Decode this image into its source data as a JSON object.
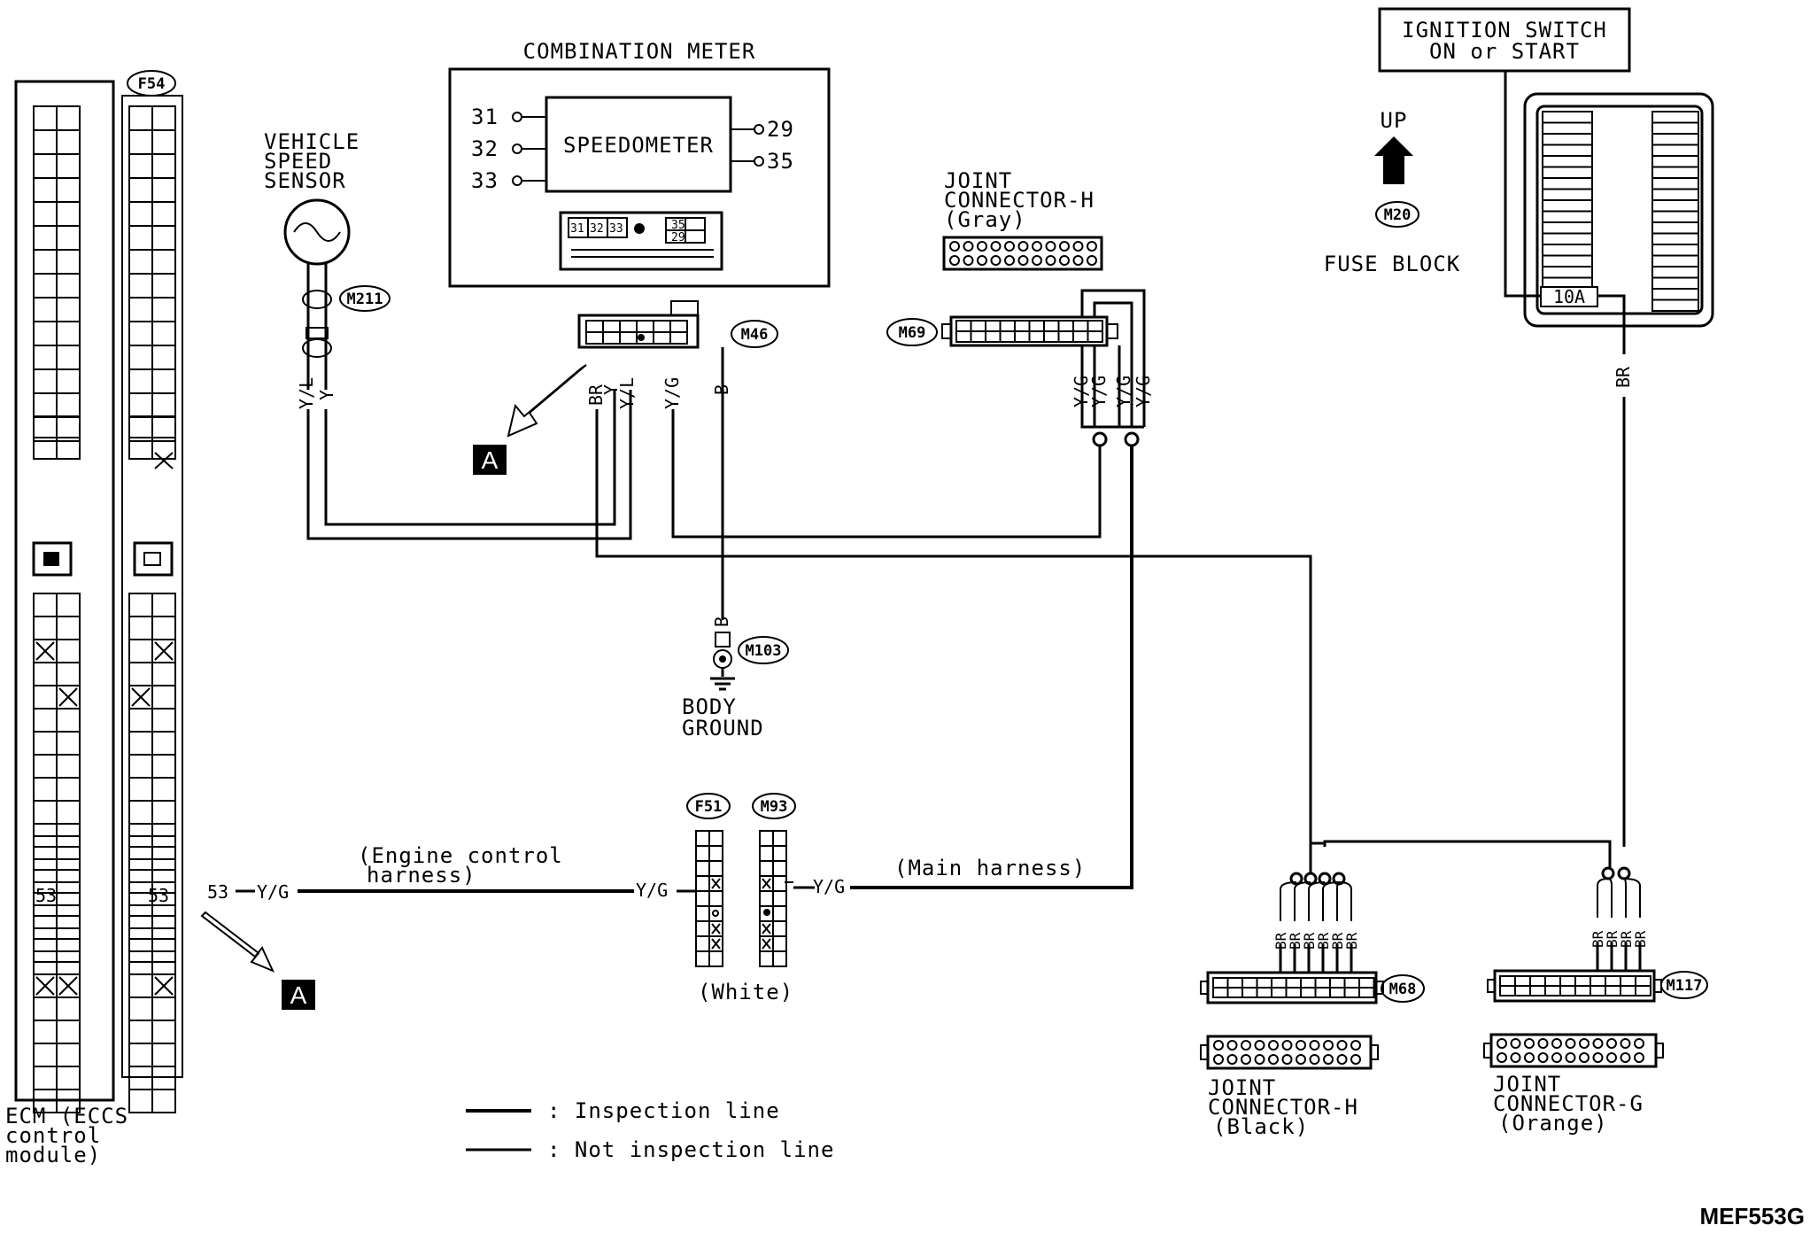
{
  "diagram_code": "MEF553G",
  "combination_meter": {
    "title": "COMBINATION METER",
    "speedometer": "SPEEDOMETER",
    "left_pins": [
      "31",
      "32",
      "33"
    ],
    "right_pins": [
      "29",
      "35"
    ],
    "face_pins_top": [
      "31",
      "32",
      "33",
      "35"
    ],
    "face_pin_bottom": "29"
  },
  "vehicle_speed_sensor": {
    "label_line1": "VEHICLE",
    "label_line2": "SPEED",
    "label_line3": "SENSOR"
  },
  "ignition_switch": {
    "line1": "IGNITION SWITCH",
    "line2": "ON or START"
  },
  "fuse_block": {
    "label": "FUSE BLOCK",
    "up_label": "UP",
    "fuse_rating": "10A"
  },
  "joint_connector_top": {
    "line1": "JOINT",
    "line2": "CONNECTOR-H",
    "line3": "(Gray)"
  },
  "joint_connector_black": {
    "line1": "JOINT",
    "line2": "CONNECTOR-H",
    "line3": "(Black)"
  },
  "joint_connector_orange": {
    "line1": "JOINT",
    "line2": "CONNECTOR-G",
    "line3": "(Orange)"
  },
  "body_ground": {
    "line1": "BODY",
    "line2": "GROUND"
  },
  "ecm": {
    "line1": "ECM (ECCS",
    "line2": "control",
    "line3": "module)",
    "pin": "53"
  },
  "connectors": {
    "f54": "F54",
    "m211": "M211",
    "m46": "M46",
    "m69": "M69",
    "m20": "M20",
    "m103": "M103",
    "f51": "F51",
    "m93": "M93",
    "m68": "M68",
    "m117": "M117"
  },
  "pin_label_53": "53",
  "harness": {
    "engine_line1": "(Engine control",
    "engine_line2": "harness)",
    "main": "(Main harness)",
    "white": "(White)"
  },
  "wire_colors": {
    "yg": "Y/G",
    "yl": "Y/L",
    "y": "Y",
    "br": "BR",
    "b": "B"
  },
  "view_marker": "A",
  "legend": {
    "inspection": ": Inspection line",
    "not_inspection": ": Not inspection line"
  }
}
